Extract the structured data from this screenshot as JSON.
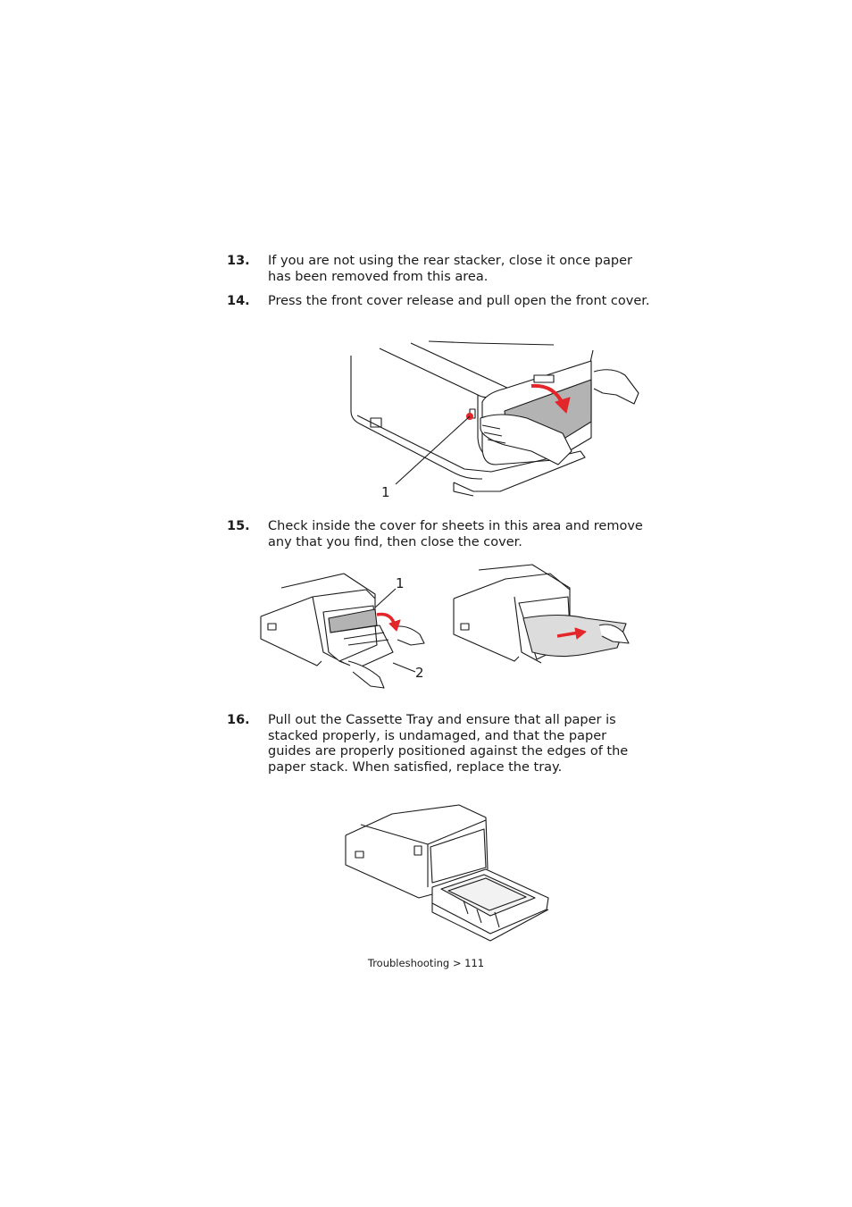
{
  "steps": [
    {
      "number": "13.",
      "text": "If you are not using the rear stacker, close it once paper has been removed from this area."
    },
    {
      "number": "14.",
      "text": "Press the front cover release and pull open the front cover."
    },
    {
      "number": "15.",
      "text": "Check inside the cover for sheets in this area and remove any that you find, then close the cover."
    },
    {
      "number": "16.",
      "text": "Pull out the Cassette Tray and ensure that all paper is stacked properly, is undamaged, and that the paper guides are properly positioned against the edges of the paper stack. When satisfied, replace the tray."
    }
  ],
  "figures": {
    "front_cover": {
      "callout": "1"
    },
    "check_inside": {
      "callout_1": "1",
      "callout_2": "2"
    }
  },
  "colors": {
    "arrow": "#e3262a",
    "shade": "#b3b3b3",
    "line": "#1a1a1a"
  },
  "footer": {
    "text": "Troubleshooting > 111"
  }
}
